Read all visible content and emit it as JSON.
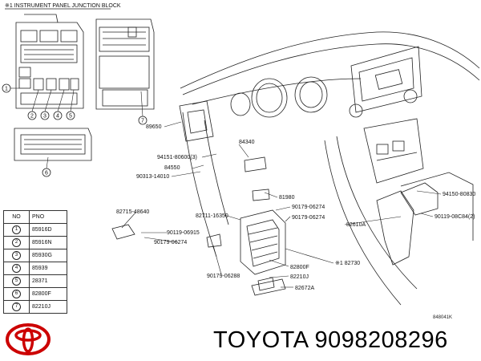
{
  "header": {
    "title": "※1 INSTRUMENT PANEL JUNCTION BLOCK"
  },
  "callouts": [
    "1",
    "2",
    "3",
    "4",
    "5",
    "6",
    "7"
  ],
  "part_labels": {
    "p89650": "89650",
    "p84340": "84340",
    "p94151": "94151-80600(3)",
    "p84550": "84550",
    "p90313": "90313-14010",
    "p81980": "81980",
    "p82715": "82715-48640",
    "p90119a": "90119-06915",
    "p90179a": "90179-06274",
    "p82711": "82711-16350",
    "p90179b": "90179-06274",
    "p90179c": "90179-06274",
    "p82610a": "82610A",
    "p94150": "94150-80830",
    "p90119b": "90119-08C84(2)",
    "p82800": "82800F",
    "p82210": "82210J",
    "p82730": "※1 82730",
    "p82672": "82672A",
    "p90179d": "90179-06288"
  },
  "table": {
    "headers": [
      "NO",
      "PNO"
    ],
    "rows": [
      {
        "no": "1",
        "pno": "85916D"
      },
      {
        "no": "2",
        "pno": "85916N"
      },
      {
        "no": "3",
        "pno": "85930G"
      },
      {
        "no": "4",
        "pno": "85939"
      },
      {
        "no": "5",
        "pno": "28371"
      },
      {
        "no": "6",
        "pno": "82800F"
      },
      {
        "no": "7",
        "pno": "82210J"
      }
    ]
  },
  "diagram_code": "848041K",
  "brand": {
    "text": "TOYOTA 9098208296",
    "color": "#cc0000"
  }
}
